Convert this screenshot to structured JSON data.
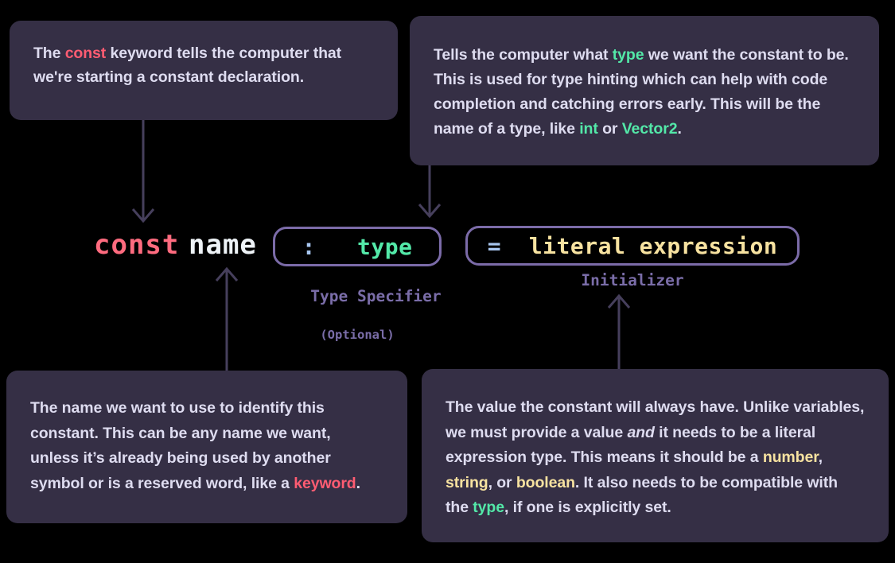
{
  "theme": {
    "background": "#000000",
    "callout_bg": "#352F45",
    "body_text": "#DEDCF0",
    "keyword_color": "#FF5C72",
    "type_color": "#53E8A8",
    "literal_color": "#F7E2A0",
    "operator_color": "#A8C6F0",
    "border_color": "#7B6BA8",
    "label_color": "#7A6DA8",
    "arrow_color": "#463F5C",
    "name_color": "#EEF3F7"
  },
  "code_line": {
    "keyword": "const",
    "identifier": "name",
    "type_specifier": {
      "operator": ":",
      "value": "type",
      "label": "Type Specifier",
      "sublabel": "(Optional)"
    },
    "initializer": {
      "operator": "=",
      "value": "literal expression",
      "label": "Initializer"
    }
  },
  "callouts": {
    "const": {
      "name": "const-callout",
      "plain_text": "The const keyword tells the computer that we're starting a constant declaration.",
      "segments": [
        {
          "text": "The ",
          "style": "plain"
        },
        {
          "text": "const",
          "style": "keyword"
        },
        {
          "text": " keyword tells the computer that we're starting a constant declaration.",
          "style": "plain"
        }
      ]
    },
    "type": {
      "name": "type-callout",
      "plain_text": "Tells the computer what type we want the constant to be. This is used for type hinting which can help with code completion and catching errors early. This will be the name of a type, like int or Vector2.",
      "segments": [
        {
          "text": "Tells the computer what ",
          "style": "plain"
        },
        {
          "text": "type",
          "style": "type"
        },
        {
          "text": " we want the constant to be. This is used for type hinting which can help with code completion and catching errors early. This will be the name of a type, like ",
          "style": "plain"
        },
        {
          "text": "int",
          "style": "type"
        },
        {
          "text": " or ",
          "style": "plain"
        },
        {
          "text": "Vector2",
          "style": "type"
        },
        {
          "text": ".",
          "style": "plain"
        }
      ]
    },
    "name": {
      "name": "name-callout",
      "plain_text": "The name we want to use to identify this constant. This can be any name we want, unless it's already being used by another symbol or is a reserved word, like a keyword.",
      "segments": [
        {
          "text": "The name we want to use to identify this constant. This can be any name we want, unless it’s already being used by another symbol or is a reserved word, like a ",
          "style": "plain"
        },
        {
          "text": "keyword",
          "style": "keyword"
        },
        {
          "text": ".",
          "style": "plain"
        }
      ]
    },
    "initializer": {
      "name": "initializer-callout",
      "plain_text": "The value the constant will always have. Unlike variables, we must provide a value and it needs to be a literal expression type. This means it should be a number, string, or boolean. It also needs to be compatible with the type, if one is explicitly set.",
      "segments": [
        {
          "text": "The value the constant will ",
          "style": "plain"
        },
        {
          "text": "always",
          "style": "strong"
        },
        {
          "text": " have. Unlike variables, we must provide a value ",
          "style": "plain"
        },
        {
          "text": "and",
          "style": "em"
        },
        {
          "text": " it needs to be a literal expression type. This means it should be a ",
          "style": "plain"
        },
        {
          "text": "number",
          "style": "literal"
        },
        {
          "text": ", ",
          "style": "plain"
        },
        {
          "text": "string",
          "style": "literal"
        },
        {
          "text": ", or ",
          "style": "plain"
        },
        {
          "text": "boolean",
          "style": "literal"
        },
        {
          "text": ". It also needs to be compatible with the ",
          "style": "plain"
        },
        {
          "text": "type",
          "style": "type"
        },
        {
          "text": ", if one is explicitly set.",
          "style": "plain"
        }
      ]
    }
  },
  "arrows": [
    {
      "name": "arrow-const-down",
      "direction": "down",
      "from": "const-callout",
      "to": "const-keyword"
    },
    {
      "name": "arrow-type-down",
      "direction": "down",
      "from": "type-callout",
      "to": "type-specifier"
    },
    {
      "name": "arrow-name-up",
      "direction": "up",
      "from": "name-callout",
      "to": "identifier"
    },
    {
      "name": "arrow-initializer-up",
      "direction": "up",
      "from": "initializer-callout",
      "to": "initializer"
    }
  ]
}
